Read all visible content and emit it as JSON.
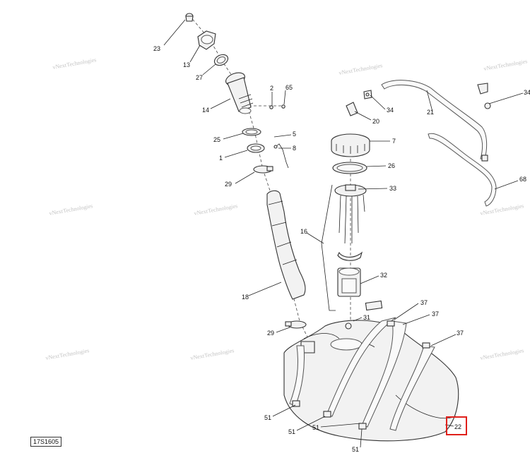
{
  "document_id": "17S1605",
  "highlighted_callout": "22",
  "watermark": {
    "line1": "vNext",
    "line2": "Technologies"
  },
  "callouts": {
    "c23": "23",
    "c13": "13",
    "c27": "27",
    "c14": "14",
    "c2": "2",
    "c65": "65",
    "c25": "25",
    "c1": "1",
    "c5": "5",
    "c8": "8",
    "c29a": "29",
    "c7": "7",
    "c26": "26",
    "c33": "33",
    "c16": "16",
    "c32": "32",
    "c18": "18",
    "c29b": "29",
    "c31": "31",
    "c37a": "37",
    "c37b": "37",
    "c37c": "37",
    "c51a": "51",
    "c51b": "51",
    "c51c": "51",
    "c51d": "51",
    "c22": "22",
    "c21": "21",
    "c34a": "34",
    "c20": "20",
    "c34b": "34",
    "c68": "68"
  }
}
